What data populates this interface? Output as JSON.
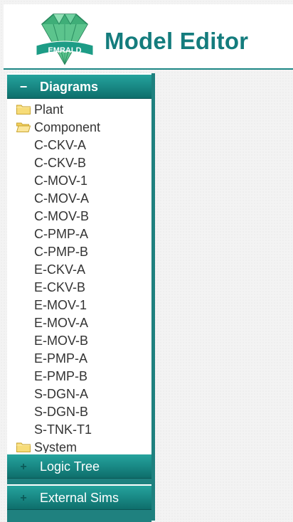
{
  "app": {
    "logo_text": "EMRALD",
    "title": "Model Editor"
  },
  "sidebar": {
    "panels": [
      {
        "label": "Diagrams",
        "toggle": "−",
        "expanded": true
      },
      {
        "label": "Logic Tree",
        "toggle": "+",
        "expanded": false
      },
      {
        "label": "External Sims",
        "toggle": "+",
        "expanded": false
      }
    ],
    "tree": {
      "folders": [
        {
          "label": "Plant",
          "open": false
        },
        {
          "label": "Component",
          "open": true
        },
        {
          "label": "System",
          "open": false
        }
      ],
      "component_items": [
        "C-CKV-A",
        "C-CKV-B",
        "C-MOV-1",
        "C-MOV-A",
        "C-MOV-B",
        "C-PMP-A",
        "C-PMP-B",
        "E-CKV-A",
        "E-CKV-B",
        "E-MOV-1",
        "E-MOV-A",
        "E-MOV-B",
        "E-PMP-A",
        "E-PMP-B",
        "S-DGN-A",
        "S-DGN-B",
        "S-TNK-T1"
      ]
    }
  },
  "colors": {
    "accent": "#147c7d",
    "panel_header": "#1a8c88",
    "folder": "#f5d76e"
  }
}
